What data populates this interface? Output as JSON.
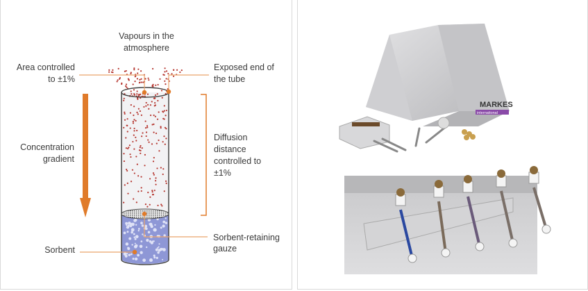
{
  "diagram": {
    "title_lines": [
      "Vapours in the",
      "atmosphere"
    ],
    "area_label": [
      "Area controlled",
      "to ±1%"
    ],
    "exposed_label": [
      "Exposed end of",
      "the tube"
    ],
    "gradient_label": [
      "Concentration",
      "gradient"
    ],
    "diffusion_label": [
      "Diffusion",
      "distance",
      "controlled to",
      "±1%"
    ],
    "gauze_label": [
      "Sorbent-retaining",
      "gauze"
    ],
    "sorbent_label": [
      "Sorbent"
    ],
    "colors": {
      "accent": "#e07b2a",
      "dots": "#b5352e",
      "sorbent": "#8e97d6",
      "text": "#3a3a3a"
    }
  },
  "photos": {
    "top_brand": "MARKES",
    "top_brand_sub": "international"
  }
}
